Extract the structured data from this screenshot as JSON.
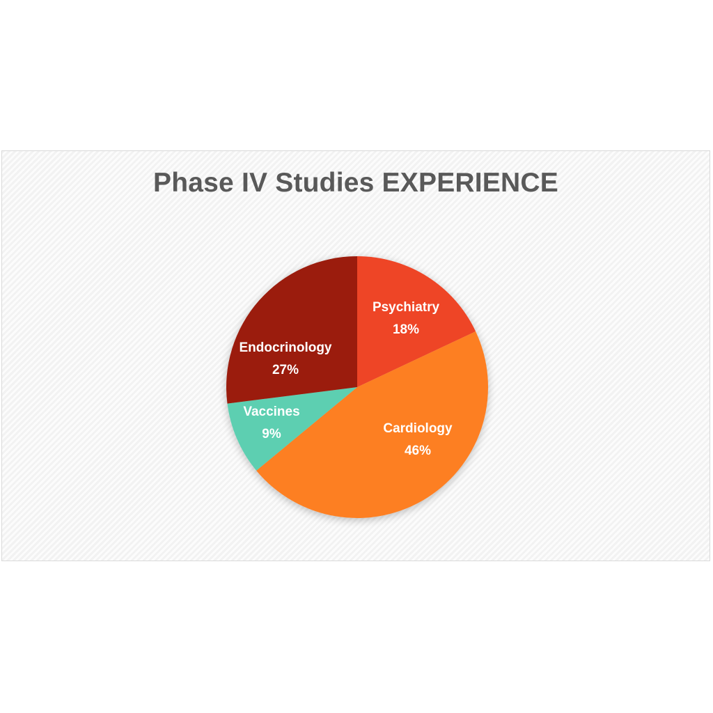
{
  "chart_data": {
    "type": "pie",
    "title": "Phase IV Studies EXPERIENCE",
    "categories": [
      "Psychiatry",
      "Cardiology",
      "Vaccines",
      "Endocrinology"
    ],
    "values": [
      18,
      46,
      9,
      27
    ],
    "labels": [
      "18%",
      "46%",
      "9%",
      "27%"
    ],
    "colors": [
      "#ee4426",
      "#fd7f22",
      "#5dcfb1",
      "#9b1f0d"
    ],
    "start_angle_deg": 0,
    "direction": "clockwise",
    "legend": "none",
    "data_labels": "category name and percentage inside slices"
  }
}
